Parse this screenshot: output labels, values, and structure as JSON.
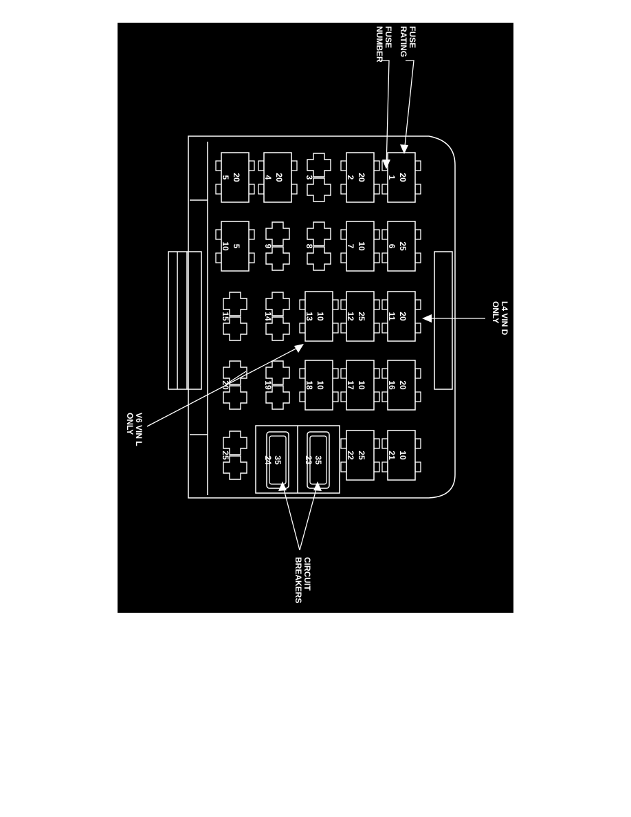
{
  "colors": {
    "background": "#000000",
    "line": "#ffffff",
    "page": "#ffffff"
  },
  "callouts": {
    "fuse_rating": [
      "FUSE",
      "RATING"
    ],
    "fuse_number": [
      "FUSE",
      "NUMBER"
    ],
    "l4_vin_d": [
      "L4 VIN D",
      "ONLY"
    ],
    "v6_vin_l": [
      "V6 VIN L",
      "ONLY"
    ],
    "circuit_breakers": [
      "CIRCUIT",
      "BREAKERS"
    ]
  },
  "fuses": [
    {
      "number": "1",
      "rating": "20",
      "installed": true
    },
    {
      "number": "2",
      "rating": "20",
      "installed": true
    },
    {
      "number": "3",
      "rating": "",
      "installed": false
    },
    {
      "number": "4",
      "rating": "20",
      "installed": true
    },
    {
      "number": "5",
      "rating": "20",
      "installed": true
    },
    {
      "number": "6",
      "rating": "25",
      "installed": true
    },
    {
      "number": "7",
      "rating": "10",
      "installed": true
    },
    {
      "number": "8",
      "rating": "",
      "installed": false
    },
    {
      "number": "9",
      "rating": "",
      "installed": false
    },
    {
      "number": "10",
      "rating": "5",
      "installed": true
    },
    {
      "number": "11",
      "rating": "20",
      "installed": true
    },
    {
      "number": "12",
      "rating": "25",
      "installed": true
    },
    {
      "number": "13",
      "rating": "10",
      "installed": true
    },
    {
      "number": "14",
      "rating": "",
      "installed": false
    },
    {
      "number": "15",
      "rating": "",
      "installed": false
    },
    {
      "number": "16",
      "rating": "20",
      "installed": true
    },
    {
      "number": "17",
      "rating": "10",
      "installed": true
    },
    {
      "number": "18",
      "rating": "10",
      "installed": true
    },
    {
      "number": "19",
      "rating": "",
      "installed": false
    },
    {
      "number": "20",
      "rating": "",
      "installed": false
    },
    {
      "number": "21",
      "rating": "10",
      "installed": true
    },
    {
      "number": "22",
      "rating": "25",
      "installed": true
    },
    {
      "number": "25",
      "rating": "",
      "installed": false
    }
  ],
  "circuit_breakers": [
    {
      "number": "23",
      "rating": "35"
    },
    {
      "number": "24",
      "rating": "35"
    }
  ]
}
